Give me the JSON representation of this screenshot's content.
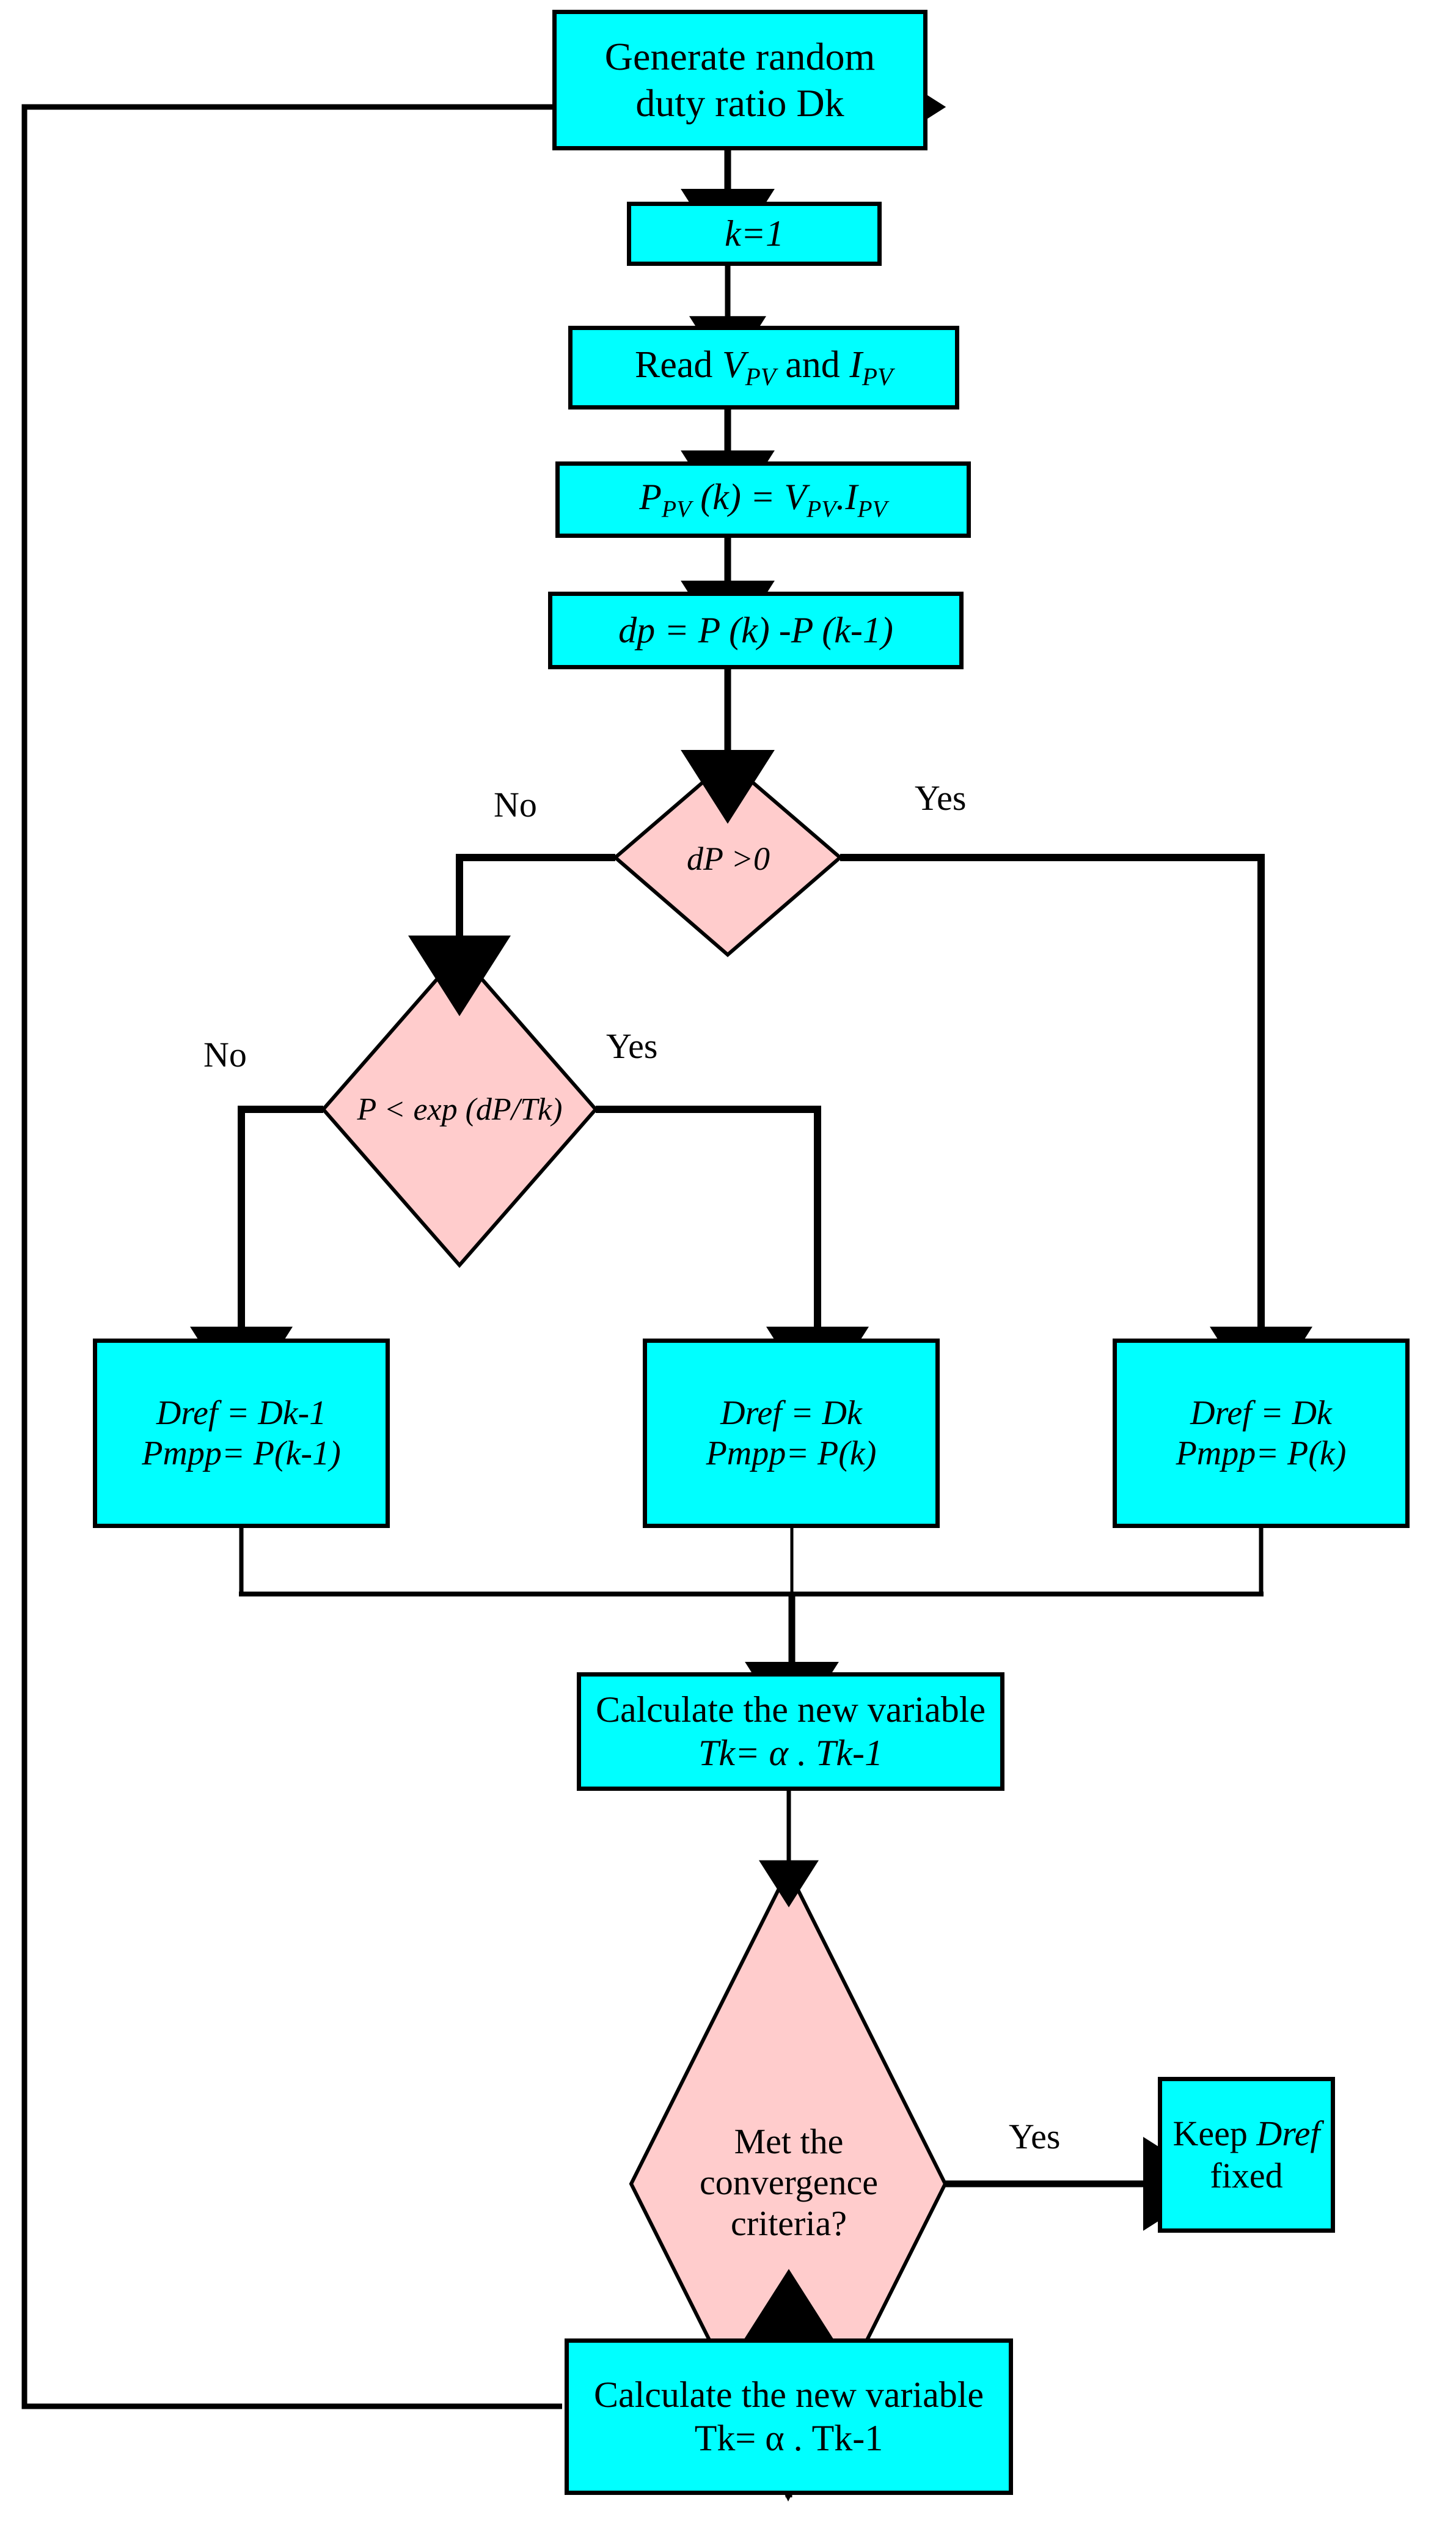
{
  "diagram": {
    "title": "Simulated annealing MPPT flowchart",
    "colors": {
      "process_fill": "#00ffff",
      "decision_fill": "#ffcccc",
      "stroke": "#000000",
      "background": "#ffffff"
    }
  },
  "nodes": {
    "generate": {
      "type": "process",
      "line1": "Generate random",
      "line2": "duty ratio Dk"
    },
    "k_init": {
      "type": "process",
      "line1": "k=1"
    },
    "read": {
      "type": "process",
      "prefix": "Read ",
      "var1": "V",
      "var1_sub": "PV",
      "middle": " and ",
      "var2": "I",
      "var2_sub": "PV"
    },
    "power": {
      "type": "process",
      "p": "P",
      "p_sub": "PV",
      "p_arg": " (k) =  ",
      "v": "V",
      "v_sub": "PV",
      "dot": ".",
      "i": "I",
      "i_sub": "PV"
    },
    "dp": {
      "type": "process",
      "line1": "dp =  P (k)  -P (k-1)"
    },
    "dec_dp": {
      "type": "decision",
      "line1": "dP >0",
      "yes_label": "Yes",
      "no_label": "No"
    },
    "dec_metropolis": {
      "type": "decision",
      "line1": "P < exp (dP/Tk)",
      "yes_label": "Yes",
      "no_label": "No"
    },
    "assign_left": {
      "type": "process",
      "line1": "Dref = Dk-1",
      "line2": "Pmpp= P(k-1)"
    },
    "assign_mid": {
      "type": "process",
      "line1": "Dref = Dk",
      "line2": "Pmpp= P(k)"
    },
    "assign_right": {
      "type": "process",
      "line1": "Dref = Dk",
      "line2": "Pmpp= P(k)"
    },
    "update_temp": {
      "type": "process",
      "line1": "Calculate the new variable",
      "line2": "Tk= α . Tk-1"
    },
    "dec_converge": {
      "type": "decision",
      "line1": "Met the",
      "line2": "convergence",
      "line3": "criteria?",
      "yes_label": "Yes"
    },
    "keep": {
      "type": "process",
      "line1_a": "Keep ",
      "line1_b": "Dref",
      "line2": "fixed"
    },
    "update_temp_bottom": {
      "type": "process",
      "line1": "Calculate the new variable",
      "line2": "Tk= α . Tk-1"
    }
  }
}
